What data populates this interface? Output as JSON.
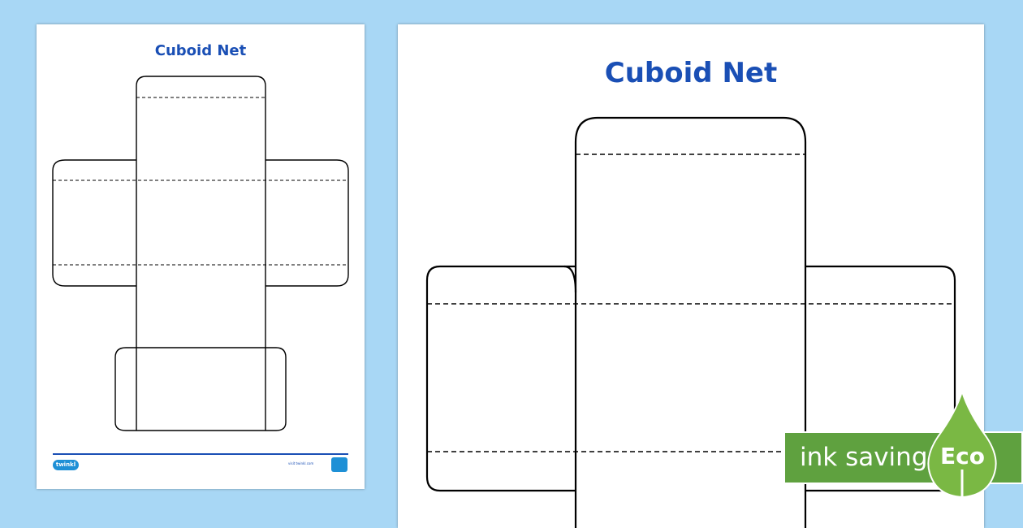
{
  "thumbnail": {
    "title": "Cuboid Net",
    "logo_text": "twinkl",
    "visit_text": "visit twinkl.com"
  },
  "main_sheet": {
    "title": "Cuboid Net"
  },
  "eco_badge": {
    "label": "ink saving",
    "badge": "Eco",
    "banner_color": "#5fa13f",
    "drop_color": "#7ab844"
  },
  "colors": {
    "background": "#a8d7f5",
    "title": "#1a4fb5"
  }
}
